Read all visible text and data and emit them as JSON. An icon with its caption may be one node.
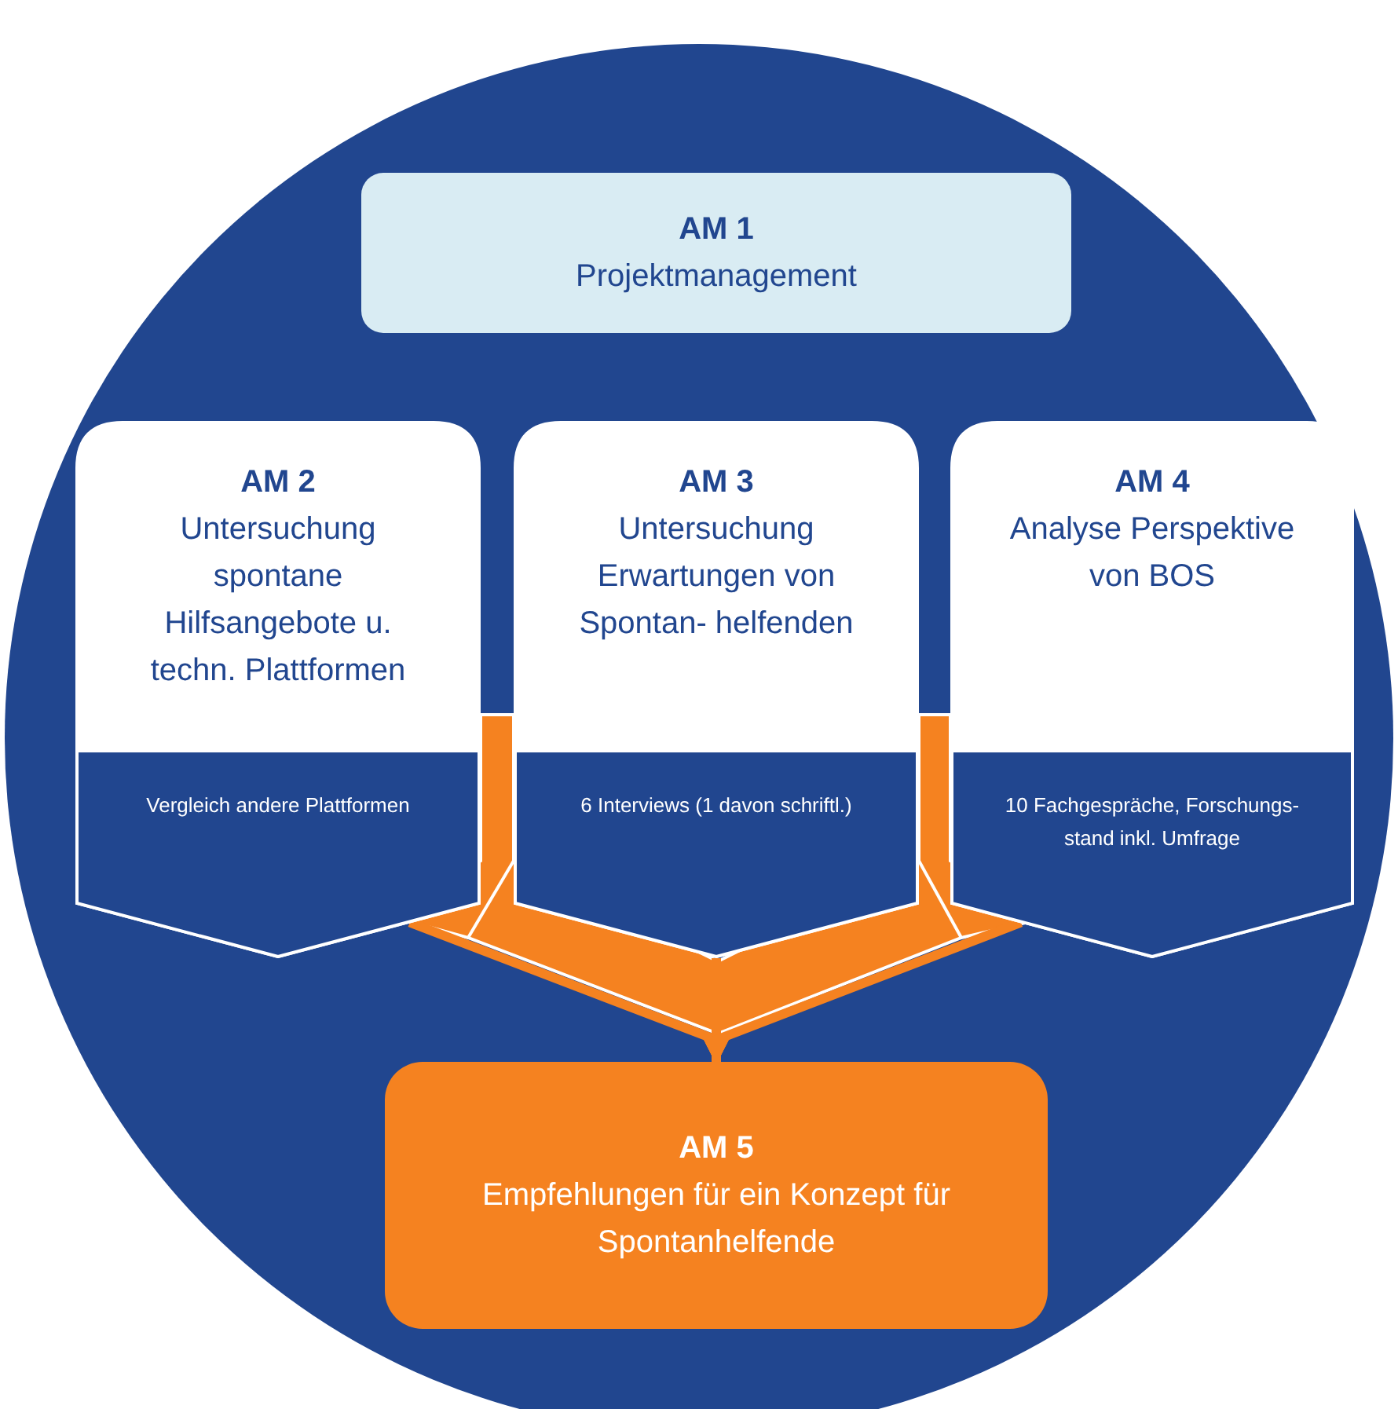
{
  "diagram": {
    "nodes": [
      {
        "text": [
          "AM 1",
          "Projektmanagement"
        ]
      },
      {
        "text": [
          "AM 2",
          "Untersuchung spontane Hilfsangebote u. techn. Plattformen",
          "Vergleich andere Plattformen"
        ]
      },
      {
        "text": [
          "AM 3",
          "Untersuchung Erwartungen von Spontan- helfenden",
          "6 Interviews (1 davon schriftl.)"
        ]
      },
      {
        "text": [
          "AM 4",
          "Analyse Perspektive von BOS",
          "10 Fachgespräche, Forschungs- stand inkl. Umfrage"
        ]
      },
      {
        "text": [
          "AM 5",
          "Empfehlungen für ein Konzept für Spontanhelfende"
        ]
      }
    ],
    "edges": [
      {
        "from": 1,
        "to": 4,
        "arrow": "to"
      },
      {
        "from": 2,
        "to": 4,
        "arrow": "to"
      },
      {
        "from": 3,
        "to": 4,
        "arrow": "to"
      }
    ]
  }
}
